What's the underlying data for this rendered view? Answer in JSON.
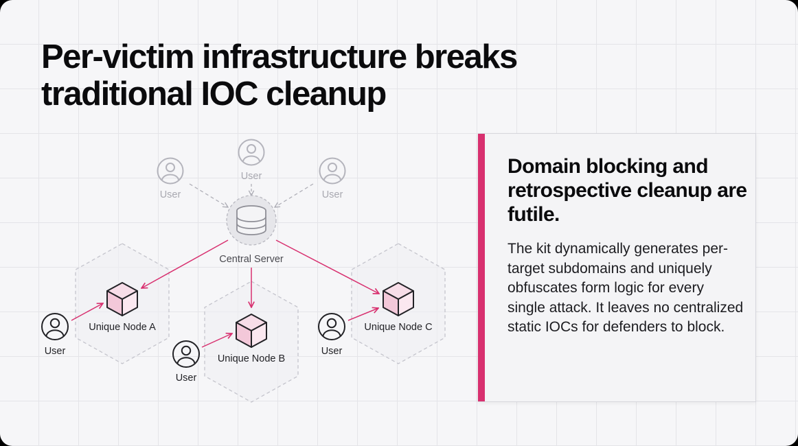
{
  "title": "Per-victim infrastructure breaks traditional IOC cleanup",
  "card": {
    "heading": "Domain blocking and retrospective cleanup are futile.",
    "body": "The kit dynamically generates per-target subdomains and uniquely obfuscates form logic for every single attack. It leaves no centralized static IOCs for defenders to block."
  },
  "diagram": {
    "server_label": "Central Server",
    "top_users": [
      "User",
      "User",
      "User"
    ],
    "nodes": [
      {
        "label": "Unique Node A",
        "user_label": "User"
      },
      {
        "label": "Unique Node B",
        "user_label": "User"
      },
      {
        "label": "Unique Node C",
        "user_label": "User"
      }
    ],
    "colors": {
      "accent": "#d8306f",
      "muted": "#b8b8c0",
      "dark": "#222226"
    }
  }
}
